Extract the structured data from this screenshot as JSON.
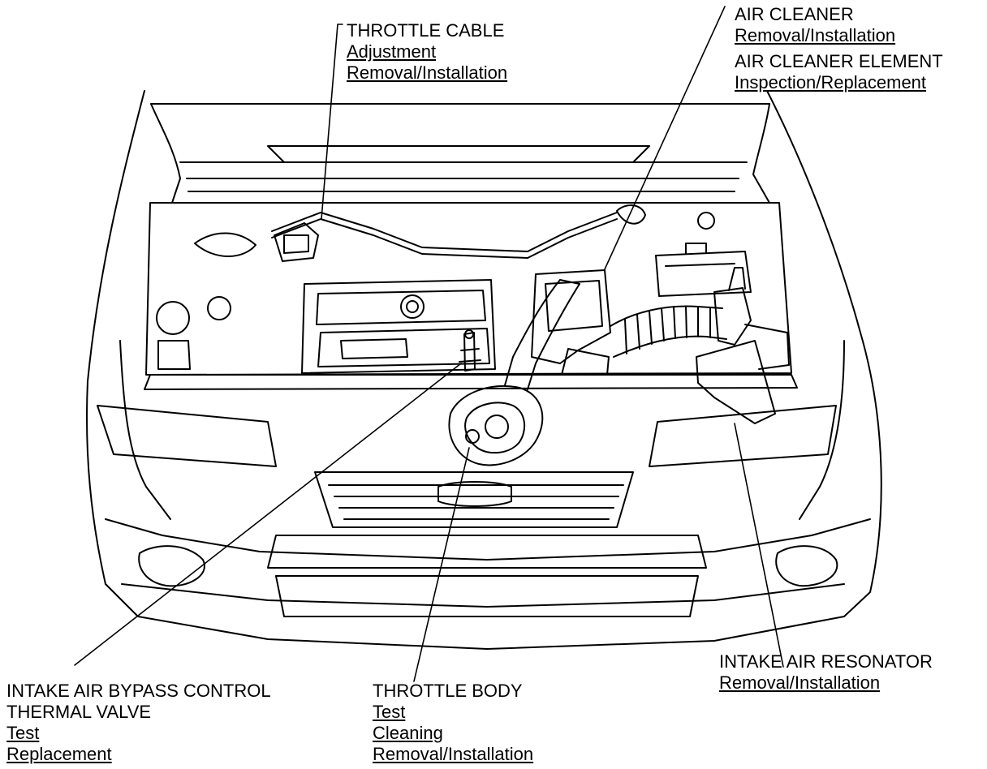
{
  "callouts": {
    "throttle_cable": {
      "heading": "THROTTLE CABLE",
      "links": [
        "Adjustment",
        "Removal/Installation"
      ]
    },
    "air_cleaner": {
      "heading": "AIR CLEANER",
      "links": [
        "Removal/Installation"
      ]
    },
    "air_cleaner_element": {
      "heading": "AIR CLEANER ELEMENT",
      "links": [
        "Inspection/Replacement"
      ]
    },
    "intake_air_resonator": {
      "heading": "INTAKE AIR RESONATOR",
      "links": [
        "Removal/Installation"
      ]
    },
    "bypass_valve": {
      "heading_lines": [
        "INTAKE AIR BYPASS CONTROL",
        "THERMAL VALVE"
      ],
      "links": [
        "Test",
        "Replacement"
      ]
    },
    "throttle_body": {
      "heading": "THROTTLE BODY",
      "links": [
        "Test",
        "Cleaning",
        "Removal/Installation"
      ]
    }
  }
}
